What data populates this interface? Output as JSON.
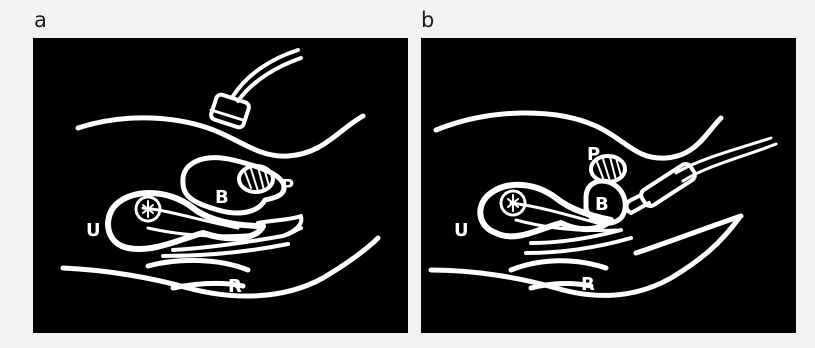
{
  "panels": [
    {
      "letter": "a",
      "labels": {
        "bladder": "B",
        "prostate": "P",
        "uterus": "U",
        "rectum": "R"
      },
      "probe": "abdominal-transducer-icon"
    },
    {
      "letter": "b",
      "labels": {
        "bladder": "B",
        "prostate": "P",
        "uterus": "U",
        "rectum": "R"
      },
      "probe": "transrectal-probe-icon"
    }
  ],
  "colors": {
    "panel_background": "#000000",
    "line": "#ffffff",
    "page_background": "#f2f2f2"
  }
}
